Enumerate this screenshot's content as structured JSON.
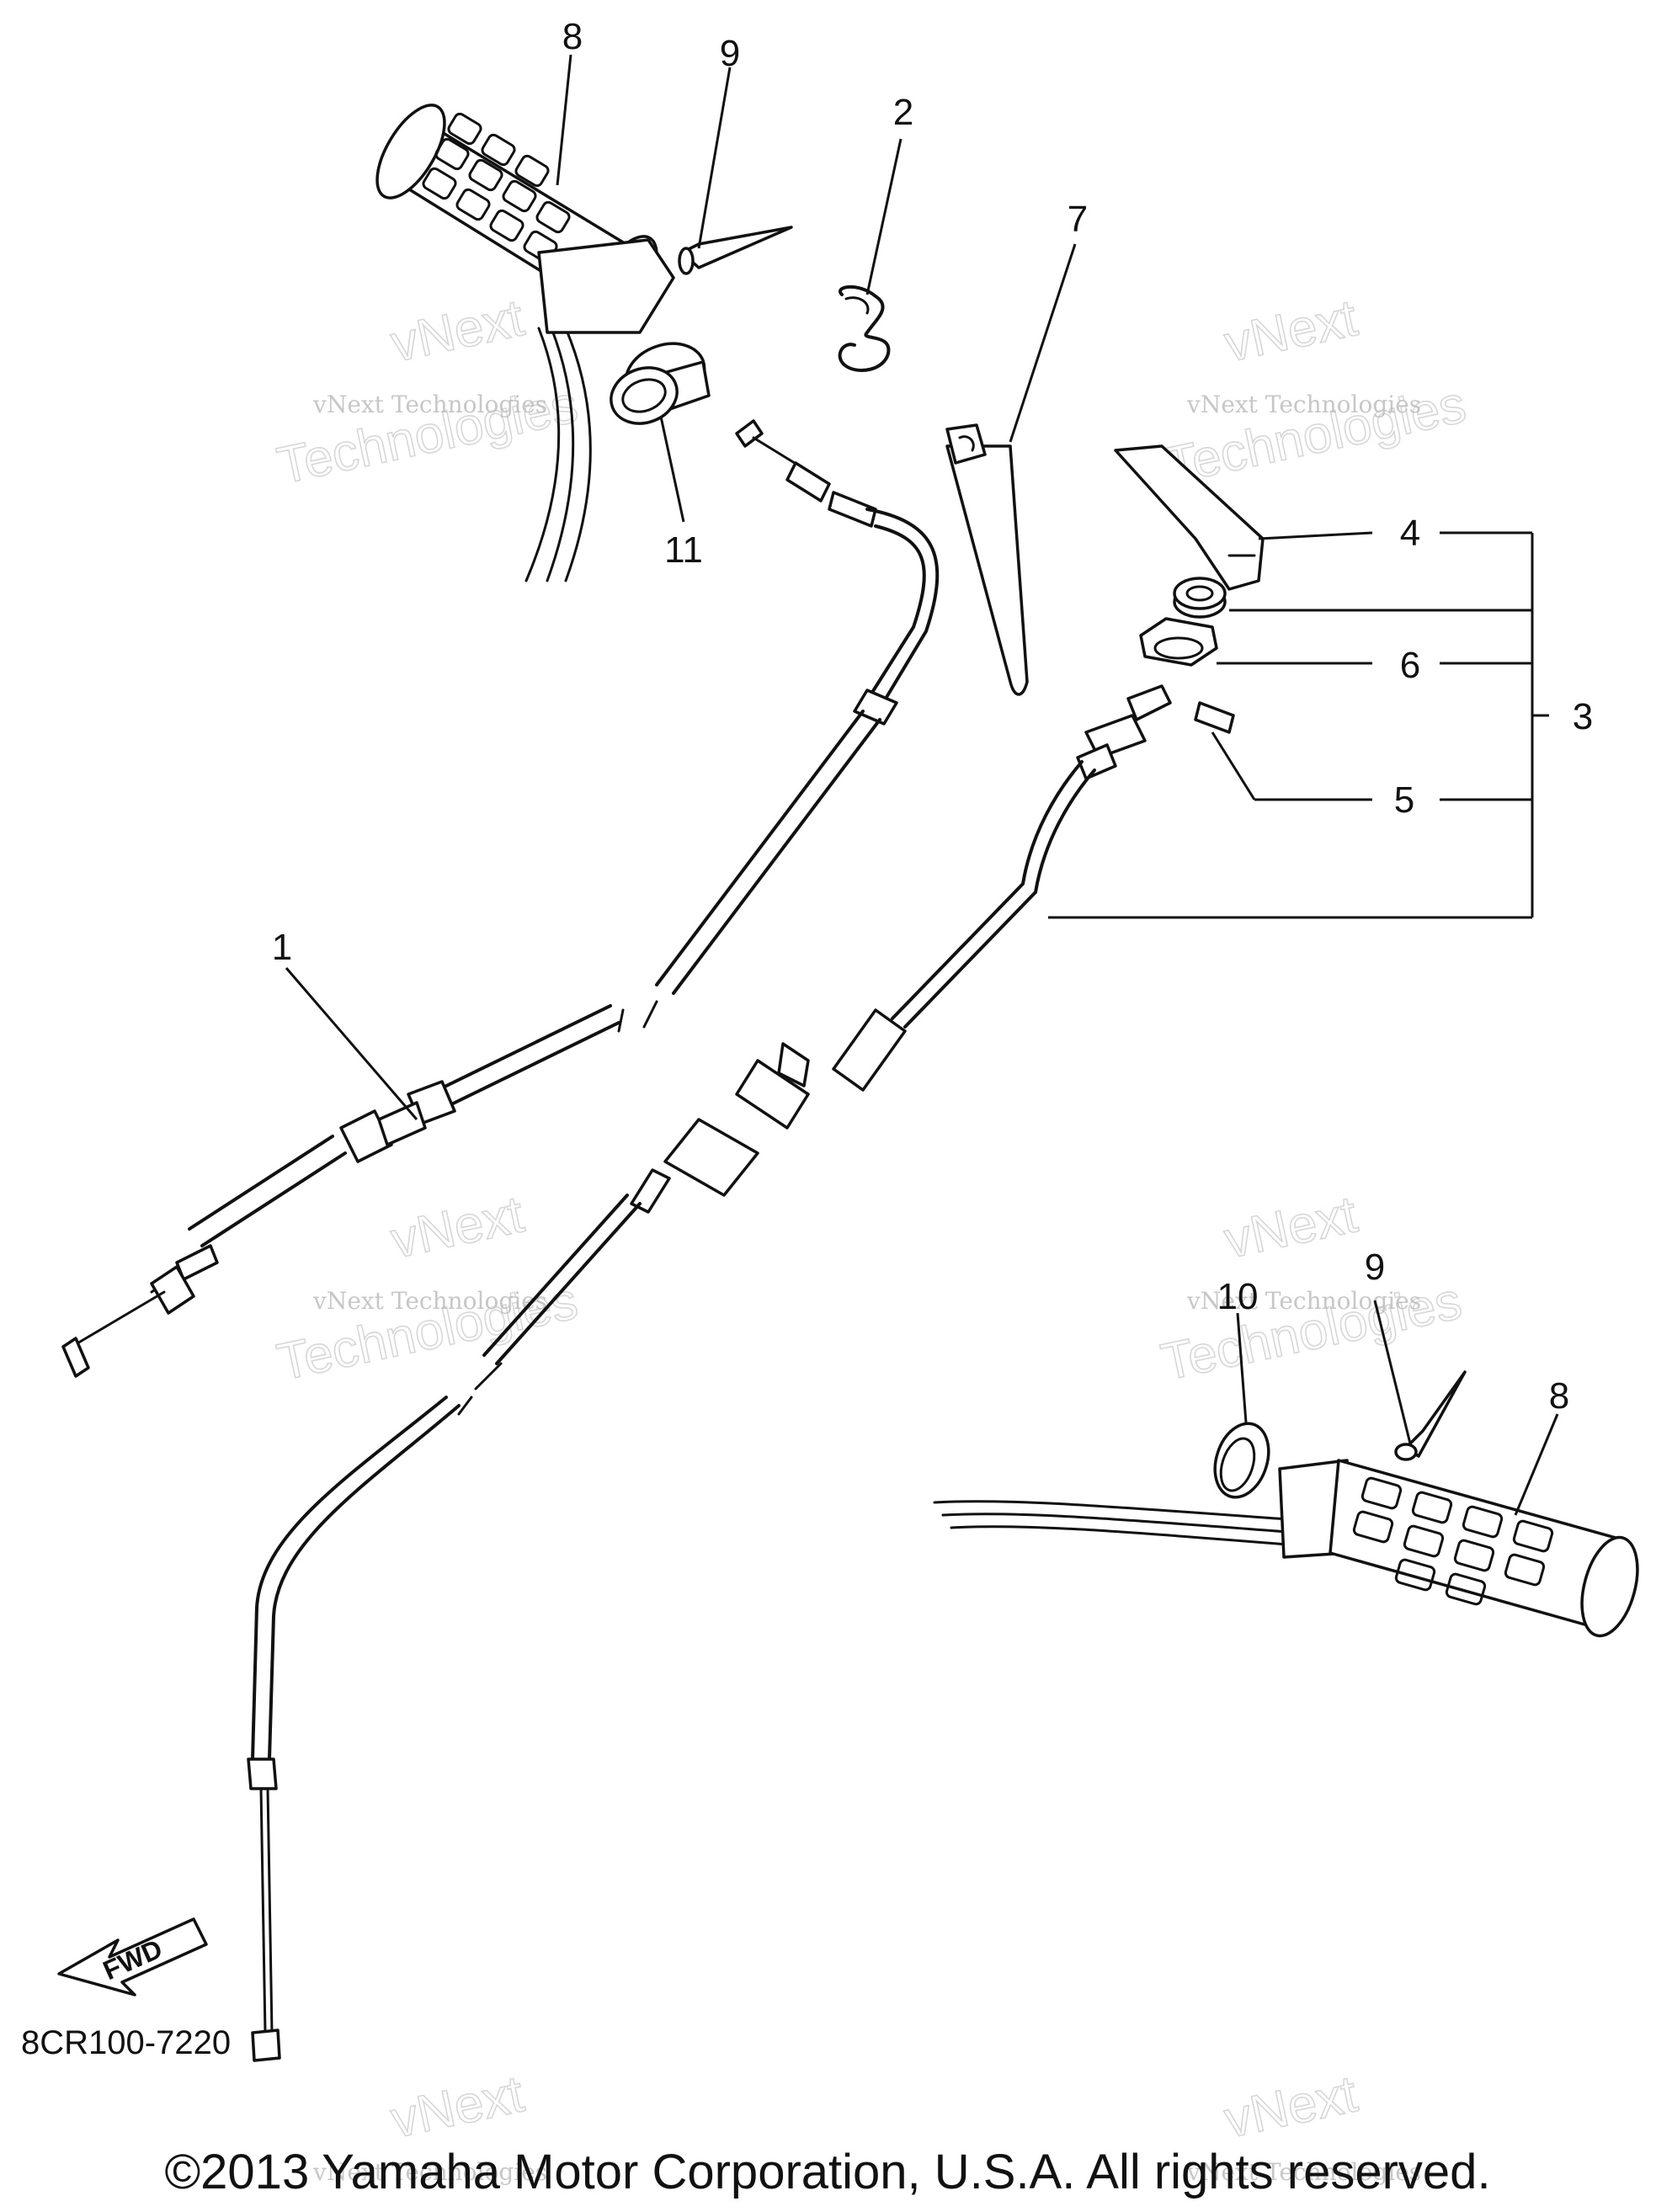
{
  "diagram": {
    "callouts": [
      "8",
      "9",
      "2",
      "7",
      "11",
      "4",
      "6",
      "3",
      "5",
      "1",
      "10",
      "9",
      "8"
    ],
    "watermark": {
      "line1": "vNext",
      "line2": "vNext Technologies",
      "line3": "Technologies"
    },
    "fwd_label": "FWD",
    "diagram_code": "8CR100-7220",
    "copyright": "©2013 Yamaha Motor Corporation, U.S.A. All rights reserved."
  }
}
